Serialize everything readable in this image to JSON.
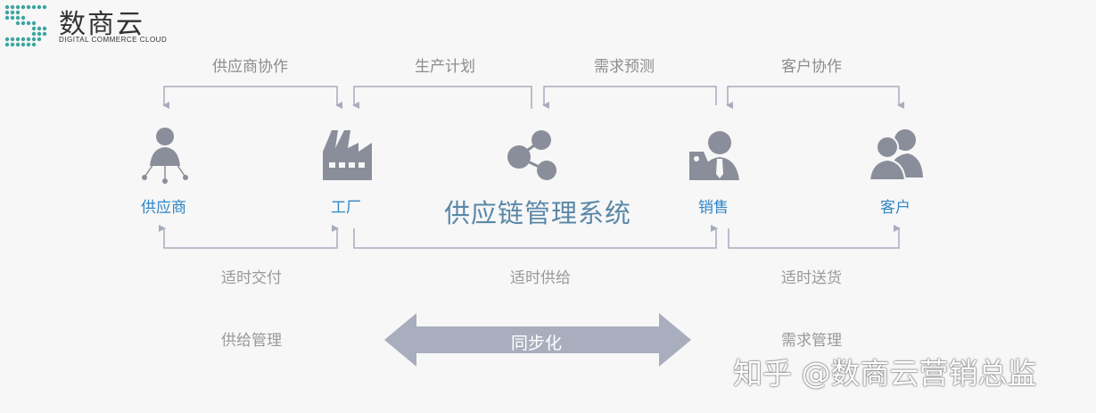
{
  "logo": {
    "name_cn": "数商云",
    "name_en": "DIGITAL COMMERCE CLOUD"
  },
  "flows_top": [
    "供应商协作",
    "生产计划",
    "需求预测",
    "客户协作"
  ],
  "nodes": {
    "supplier": "供应商",
    "factory": "工厂",
    "sales": "销售",
    "customer": "客户"
  },
  "system_title": "供应链管理系统",
  "flows_bottom": [
    "适时交付",
    "适时供给",
    "适时送货"
  ],
  "management": {
    "supply": "供给管理",
    "demand": "需求管理"
  },
  "sync_label": "同步化",
  "watermark": "知乎 @数商云营销总监",
  "colors": {
    "node_label": "#2f86c6",
    "icon": "#8a8e9a",
    "arrow": "#a7acbd",
    "title": "#5b88a8"
  },
  "icons": [
    "supplier-icon",
    "factory-icon",
    "share-icon",
    "sales-icon",
    "customer-icon"
  ]
}
